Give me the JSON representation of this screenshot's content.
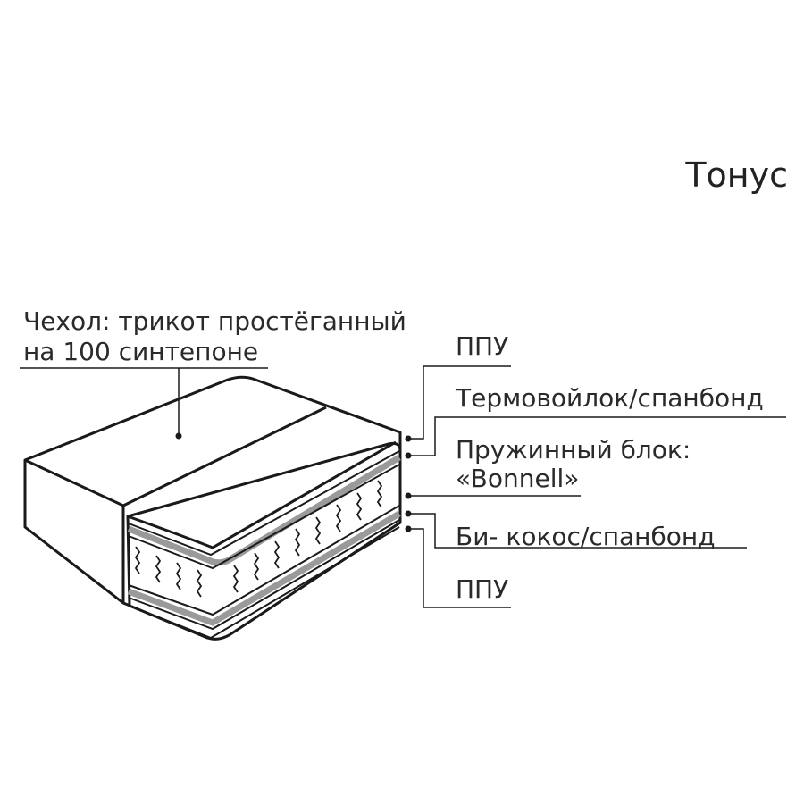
{
  "title": "Тонус",
  "cover": {
    "line1": "Чехол: трикот простёганный",
    "line2": "на 100 синтепоне"
  },
  "layers": [
    {
      "label": "ППУ"
    },
    {
      "label": "Термовойлок/спанбонд"
    },
    {
      "label_line1": "Пружинный блок:",
      "label_line2": "«Bonnell»"
    },
    {
      "label": "Би- кокос/спанбонд"
    },
    {
      "label": "ППУ"
    }
  ],
  "colors": {
    "stroke": "#1a1a1a",
    "pad": "#9a9a9a",
    "text": "#2a2a2a"
  }
}
